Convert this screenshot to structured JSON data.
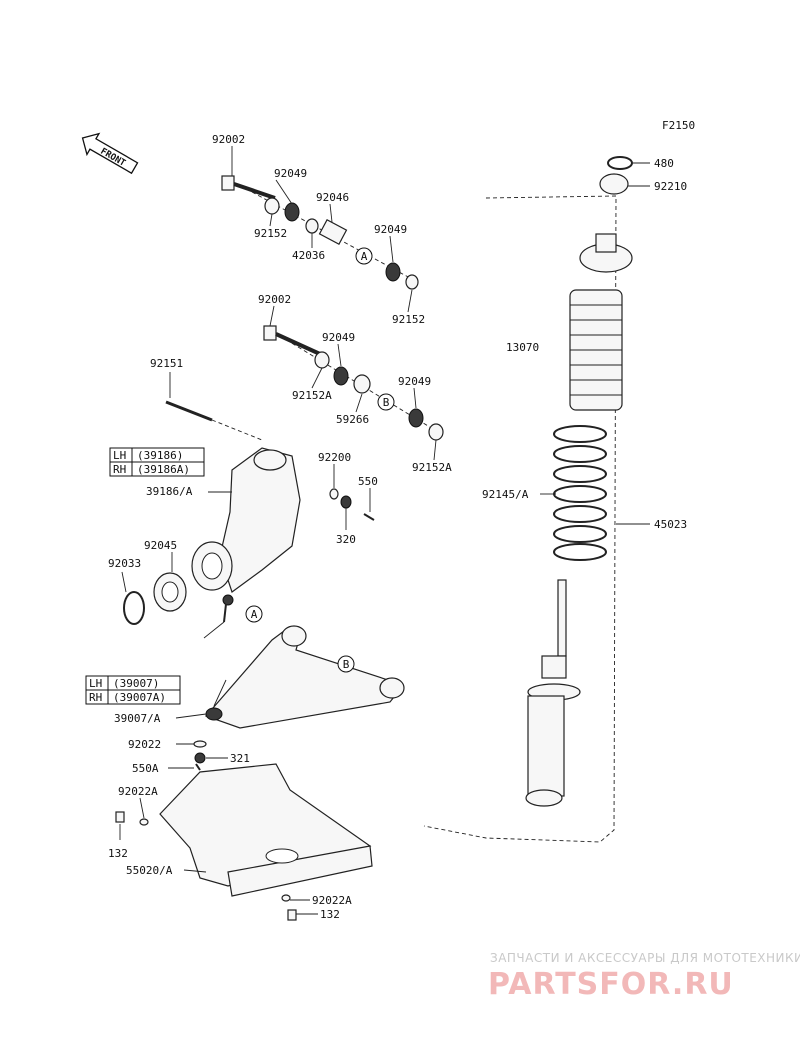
{
  "figure_code": "F2150",
  "front_marker": "FRONT",
  "circle_refs": {
    "a": "A",
    "b": "B"
  },
  "side_table_1": {
    "lh_key": "LH",
    "lh_val": "(39186)",
    "rh_key": "RH",
    "rh_val": "(39186A)"
  },
  "side_table_2": {
    "lh_key": "LH",
    "lh_val": "(39007)",
    "rh_key": "RH",
    "rh_val": "(39007A)"
  },
  "part_numbers": {
    "p92002_top": "92002",
    "p92049_1": "92049",
    "p92046": "92046",
    "p92049_2": "92049",
    "p92152_1": "92152",
    "p42036": "42036",
    "p92152_2": "92152",
    "p92002_2": "92002",
    "p92049_3": "92049",
    "p92151": "92151",
    "p92152a_1": "92152A",
    "p92049_4": "92049",
    "p59266": "59266",
    "p92152a_2": "92152A",
    "p92200": "92200",
    "p550": "550",
    "p39186a": "39186/A",
    "p320": "320",
    "p92045": "92045",
    "p92033": "92033",
    "p39007a": "39007/A",
    "p92022": "92022",
    "p321": "321",
    "p550a": "550A",
    "p92022a_1": "92022A",
    "p132_1": "132",
    "p55020a": "55020/A",
    "p92022a_2": "92022A",
    "p132_2": "132",
    "p480": "480",
    "p92210": "92210",
    "p13070": "13070",
    "p92145a": "92145/A",
    "p45023": "45023"
  },
  "watermark": {
    "tagline": "ЗАПЧАСТИ И АКСЕССУАРЫ ДЛЯ МОТОТЕХНИКИ",
    "brand": "PARTSFOR.RU"
  }
}
